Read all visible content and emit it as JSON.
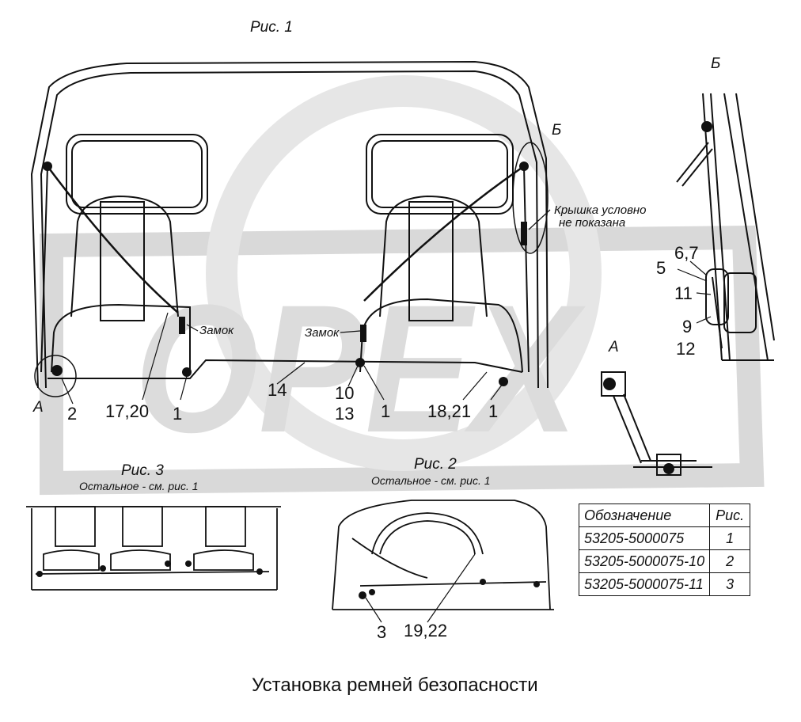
{
  "figure_titles": {
    "fig1": "Рис. 1",
    "fig2": "Рис. 2",
    "fig3": "Рис. 3"
  },
  "fig_subtitles": {
    "fig2": "Остальное - см. рис. 1",
    "fig3": "Остальное - см. рис. 1"
  },
  "view_labels": {
    "a_fig1": "А",
    "b_fig1": "Б",
    "a_detail": "А",
    "b_detail": "Б"
  },
  "notes": {
    "cover": [
      "Крышка условно",
      "не показана"
    ],
    "lock_left": "Замок",
    "lock_right": "Замок"
  },
  "callouts": {
    "c2": "2",
    "c17_20": "17,20",
    "c1a": "1",
    "c14": "14",
    "c10": "10",
    "c13": "13",
    "c1b": "1",
    "c18_21": "18,21",
    "c1c": "1",
    "c6_7": "6,7",
    "c5": "5",
    "c11": "11",
    "c9": "9",
    "c12": "12",
    "c3": "3",
    "c19_22": "19,22"
  },
  "spec_table": {
    "headers": [
      "Обозначение",
      "Рис."
    ],
    "rows": [
      [
        "53205-5000075",
        "1"
      ],
      [
        "53205-5000075-10",
        "2"
      ],
      [
        "53205-5000075-11",
        "3"
      ]
    ]
  },
  "caption": "Установка ремней безопасности",
  "watermark": "OPEX"
}
